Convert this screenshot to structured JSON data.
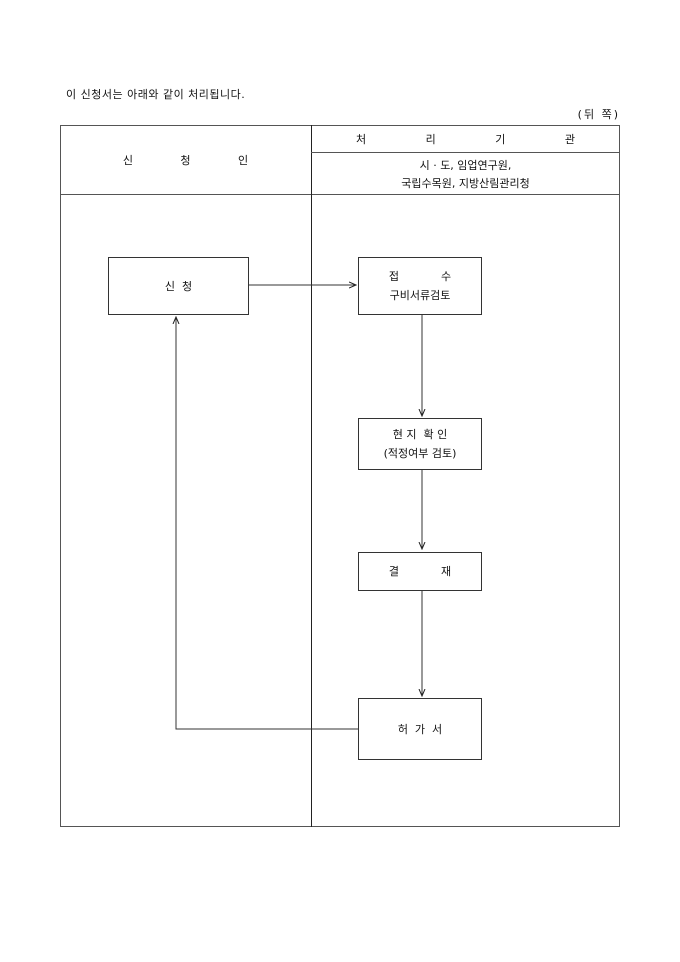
{
  "intro_text": "이 신청서는 아래와 같이 처리됩니다.",
  "side_label": "(뒤 쪽)",
  "table": {
    "applicant_header": "신 청 인",
    "agency_header": "처 리 기 관",
    "agency_names_line1": "시 · 도, 임업연구원,",
    "agency_names_line2": "국립수목원, 지방산림관리청"
  },
  "flow": {
    "apply": "신  청",
    "receipt_line1": "접            수",
    "receipt_line2": "구비서류검토",
    "inspection_line1": "현 지  확 인",
    "inspection_line2": "(적정여부 검토)",
    "approval": "결            재",
    "permit": "허  가  서"
  }
}
